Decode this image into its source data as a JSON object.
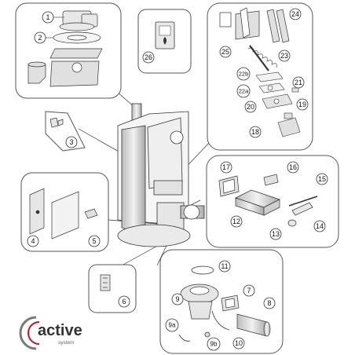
{
  "callouts": {
    "c1": "1",
    "c2": "2",
    "c3": "3",
    "c4": "4",
    "c5": "5",
    "c6": "6",
    "c7": "7",
    "c8": "8",
    "c9": "9",
    "c9a": "9a",
    "c9b": "9b",
    "c10": "10",
    "c11": "11",
    "c12": "12",
    "c13": "13",
    "c14": "14",
    "c15": "15",
    "c16": "16",
    "c17": "17",
    "c18": "18",
    "c19": "19",
    "c20": "20",
    "c21": "21",
    "c22a": "22a",
    "c22b": "22b",
    "c23": "23",
    "c24": "24",
    "c25": "25",
    "c26": "26"
  },
  "logo": {
    "word": "active",
    "sub": "system",
    "accent_color": "#c8102e"
  },
  "colors": {
    "line": "#333333",
    "bubble_border": "#555555",
    "fill": "#e8e8e8"
  }
}
